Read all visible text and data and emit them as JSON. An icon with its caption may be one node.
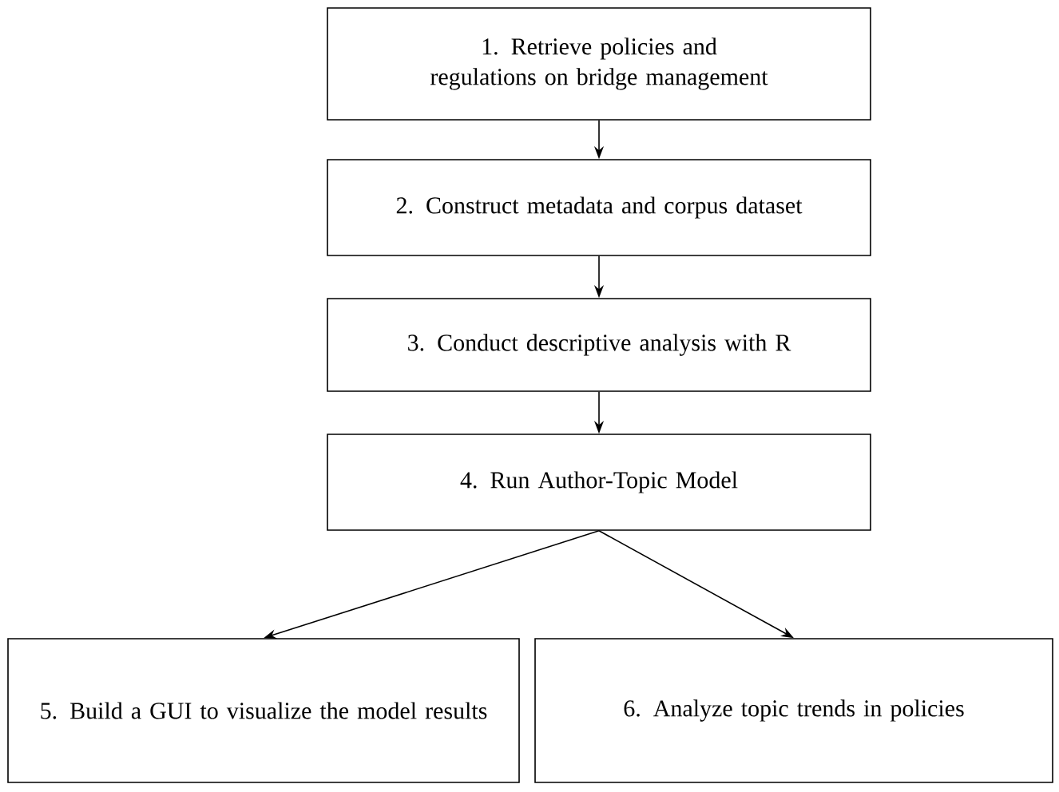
{
  "diagram": {
    "nodes": [
      {
        "text": [
          "1. Retrieve policies and regulations on bridge management"
        ]
      },
      {
        "text": [
          "2. Construct metadata and corpus dataset"
        ]
      },
      {
        "text": [
          "3. Conduct descriptive analysis with R"
        ]
      },
      {
        "text": [
          "4. Run Author-Topic Model"
        ]
      },
      {
        "text": [
          "5. Build a GUI to visualize the model results"
        ]
      },
      {
        "text": [
          "6. Analyze topic trends in policies"
        ]
      }
    ],
    "edges": [
      {
        "from": 0,
        "to": 1,
        "arrow": "to"
      },
      {
        "from": 1,
        "to": 2,
        "arrow": "to"
      },
      {
        "from": 2,
        "to": 3,
        "arrow": "to"
      },
      {
        "from": 3,
        "to": 4,
        "arrow": "to"
      },
      {
        "from": 3,
        "to": 5,
        "arrow": "to"
      }
    ]
  }
}
